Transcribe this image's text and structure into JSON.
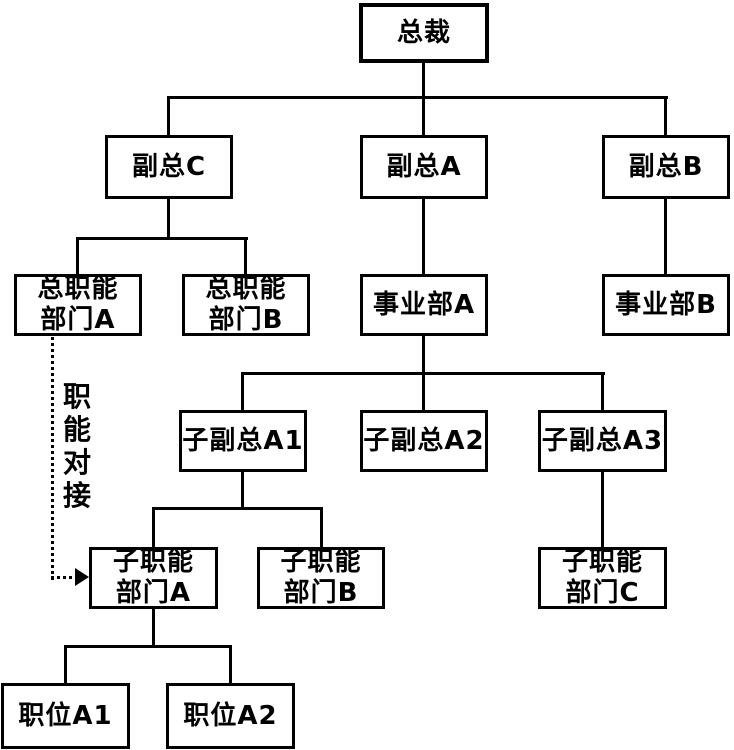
{
  "diagram": {
    "type": "organization-chart",
    "nodes": {
      "president": {
        "label": "总裁",
        "level": 1
      },
      "vp_c": {
        "label": "副总C",
        "level": 2
      },
      "vp_a": {
        "label": "副总A",
        "level": 2
      },
      "vp_b": {
        "label": "副总B",
        "level": 2
      },
      "func_dept_a": {
        "label": "总职能\n部门A",
        "level": 3
      },
      "func_dept_b": {
        "label": "总职能\n部门B",
        "level": 3
      },
      "division_a": {
        "label": "事业部A",
        "level": 3
      },
      "division_b": {
        "label": "事业部B",
        "level": 3
      },
      "sub_vp_a1": {
        "label": "子副总A1",
        "level": 4
      },
      "sub_vp_a2": {
        "label": "子副总A2",
        "level": 4
      },
      "sub_vp_a3": {
        "label": "子副总A3",
        "level": 4
      },
      "sub_func_dept_a": {
        "label": "子职能\n部门A",
        "level": 5
      },
      "sub_func_dept_b": {
        "label": "子职能\n部门B",
        "level": 5
      },
      "sub_func_dept_c": {
        "label": "子职能\n部门C",
        "level": 5
      },
      "position_a1": {
        "label": "职位A1",
        "level": 6
      },
      "position_a2": {
        "label": "职位A2",
        "level": 6
      }
    },
    "edges": [
      {
        "from": "president",
        "to": "vp_c",
        "style": "solid"
      },
      {
        "from": "president",
        "to": "vp_a",
        "style": "solid"
      },
      {
        "from": "president",
        "to": "vp_b",
        "style": "solid"
      },
      {
        "from": "vp_c",
        "to": "func_dept_a",
        "style": "solid"
      },
      {
        "from": "vp_c",
        "to": "func_dept_b",
        "style": "solid"
      },
      {
        "from": "vp_a",
        "to": "division_a",
        "style": "solid"
      },
      {
        "from": "vp_b",
        "to": "division_b",
        "style": "solid"
      },
      {
        "from": "division_a",
        "to": "sub_vp_a1",
        "style": "solid"
      },
      {
        "from": "division_a",
        "to": "sub_vp_a2",
        "style": "solid"
      },
      {
        "from": "division_a",
        "to": "sub_vp_a3",
        "style": "solid"
      },
      {
        "from": "sub_vp_a1",
        "to": "sub_func_dept_a",
        "style": "solid"
      },
      {
        "from": "sub_vp_a1",
        "to": "sub_func_dept_b",
        "style": "solid"
      },
      {
        "from": "sub_vp_a3",
        "to": "sub_func_dept_c",
        "style": "solid"
      },
      {
        "from": "sub_func_dept_a",
        "to": "position_a1",
        "style": "solid"
      },
      {
        "from": "sub_func_dept_a",
        "to": "position_a2",
        "style": "solid"
      },
      {
        "from": "func_dept_a",
        "to": "sub_func_dept_a",
        "style": "dotted-arrow",
        "label": "职能对接"
      }
    ],
    "annotation": {
      "label": "职\n能\n对\n接"
    }
  },
  "colors": {
    "background": "#ffffff",
    "line": "#000000",
    "box_border": "#000000",
    "box_fill": "#ffffff",
    "text": "#000000"
  }
}
